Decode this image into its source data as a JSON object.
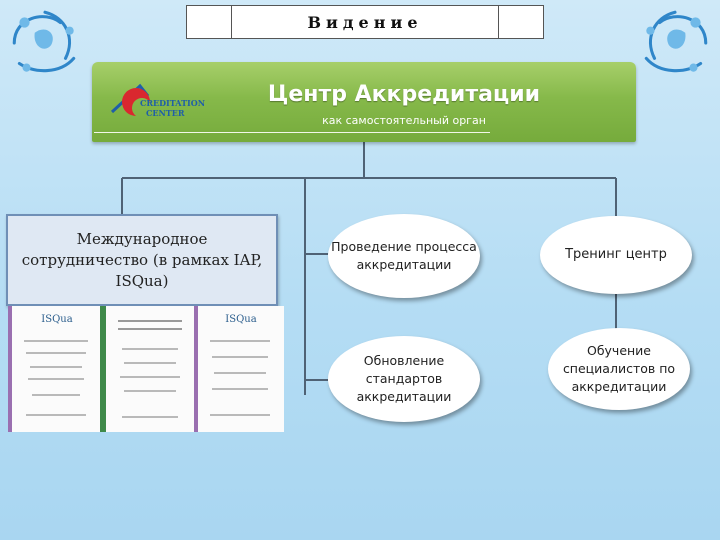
{
  "header": {
    "title": "Видение"
  },
  "banner": {
    "title": "Центр Аккредитации",
    "subtitle": "как самостоятельный орган",
    "logo_text": "CREDITATION CENTER"
  },
  "nodes": {
    "international": "Международное сотрудничество (в рамках IAP, ISQua)",
    "process": "Проведение процесса аккредитации",
    "standards": "Обновление стандартов аккредитации",
    "training": "Тренинг центр",
    "specialists": "Обучение специалистов по аккредитации"
  },
  "certificates": {
    "logo1": "ISQua",
    "logo2": "ISQua"
  },
  "colors": {
    "banner": "#86b94a",
    "connector": "#4f6275",
    "background": "#b5ddf4"
  }
}
